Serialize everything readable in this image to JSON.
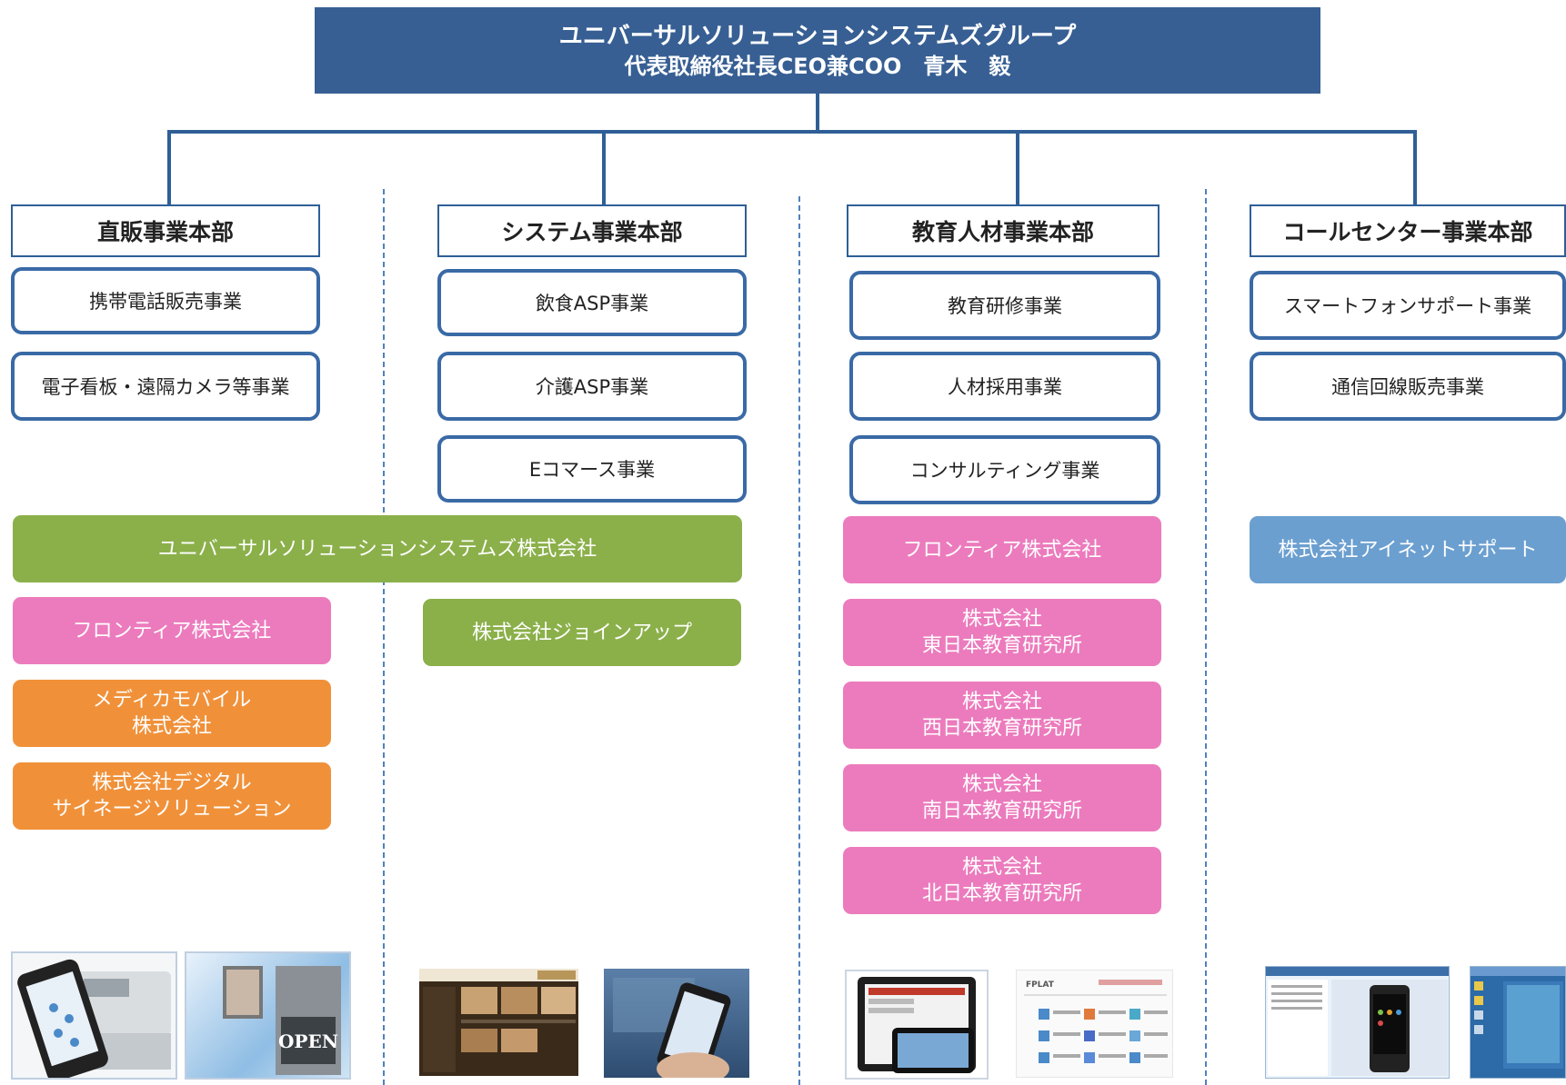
{
  "header": {
    "title": "ユニバーサルソリューションシステムズグループ",
    "subtitle": "代表取締役社長CEO兼COO　青木　毅"
  },
  "departments": [
    {
      "name": "直販事業本部",
      "businesses": [
        "携帯電話販売事業",
        "電子看板・遠隔カメラ等事業"
      ]
    },
    {
      "name": "システム事業本部",
      "businesses": [
        "飲食ASP事業",
        "介護ASP事業",
        "Eコマース事業"
      ]
    },
    {
      "name": "教育人材事業本部",
      "businesses": [
        "教育研修事業",
        "人材採用事業",
        "コンサルティング事業"
      ]
    },
    {
      "name": "コールセンター事業本部",
      "businesses": [
        "スマートフォンサポート事業",
        "通信回線販売事業"
      ]
    }
  ],
  "companies": {
    "uss": "ユニバーサルソリューションシステムズ株式会社",
    "frontier_left": "フロンティア株式会社",
    "medica": [
      "メディカモバイル",
      "株式会社"
    ],
    "digital": [
      "株式会社デジタル",
      "サイネージソリューション"
    ],
    "joinup": "株式会社ジョインアップ",
    "frontier_right": "フロンティア株式会社",
    "east": [
      "株式会社",
      "東日本教育研究所"
    ],
    "west": [
      "株式会社",
      "西日本教育研究所"
    ],
    "south": [
      "株式会社",
      "南日本教育研究所"
    ],
    "north": [
      "株式会社",
      "北日本教育研究所"
    ],
    "inet": "株式会社アイネットサポート"
  },
  "thumbnails": {
    "signage_text": "OPEN",
    "platform_logo": "FPLAT"
  },
  "colors": {
    "header": "#375f93",
    "green": "#8bb04a",
    "pink": "#ec7bbd",
    "orange": "#f0913a",
    "blue": "#6b9fd0"
  }
}
